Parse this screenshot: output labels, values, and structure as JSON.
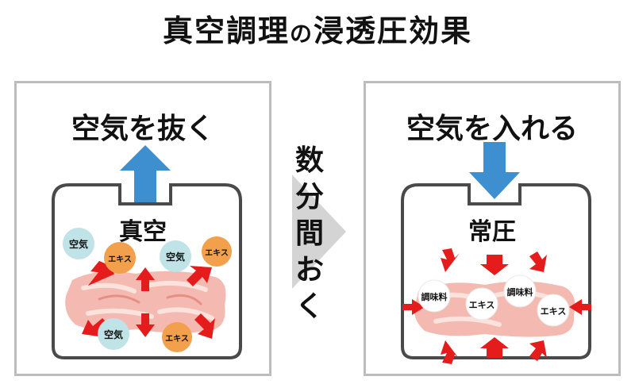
{
  "title": {
    "part1": "真空調理",
    "particle": "の",
    "part2": "浸透圧効果"
  },
  "left": {
    "heading": "空気を抜く",
    "chamber_label": "真空",
    "bubbles": [
      "空気",
      "エキス",
      "空気",
      "エキス",
      "空気",
      "エキス"
    ]
  },
  "middle": {
    "chars": [
      "数",
      "分",
      "間",
      "お",
      "く"
    ]
  },
  "right": {
    "heading": "空気を入れる",
    "chamber_label": "常圧",
    "bubbles": [
      "調味料",
      "エキス",
      "調味料",
      "エキス"
    ]
  },
  "colors": {
    "air_bubble": "#bfe3e6",
    "extract_bubble": "#f2a04c",
    "seasoning_bubble": "#ffffff",
    "arrow_red": "#e51c1c",
    "arrow_blue": "#3d8fd0",
    "meat": "#f4b9b0",
    "chevron": "#d4d4d4",
    "frame": "#bdbdbd"
  }
}
